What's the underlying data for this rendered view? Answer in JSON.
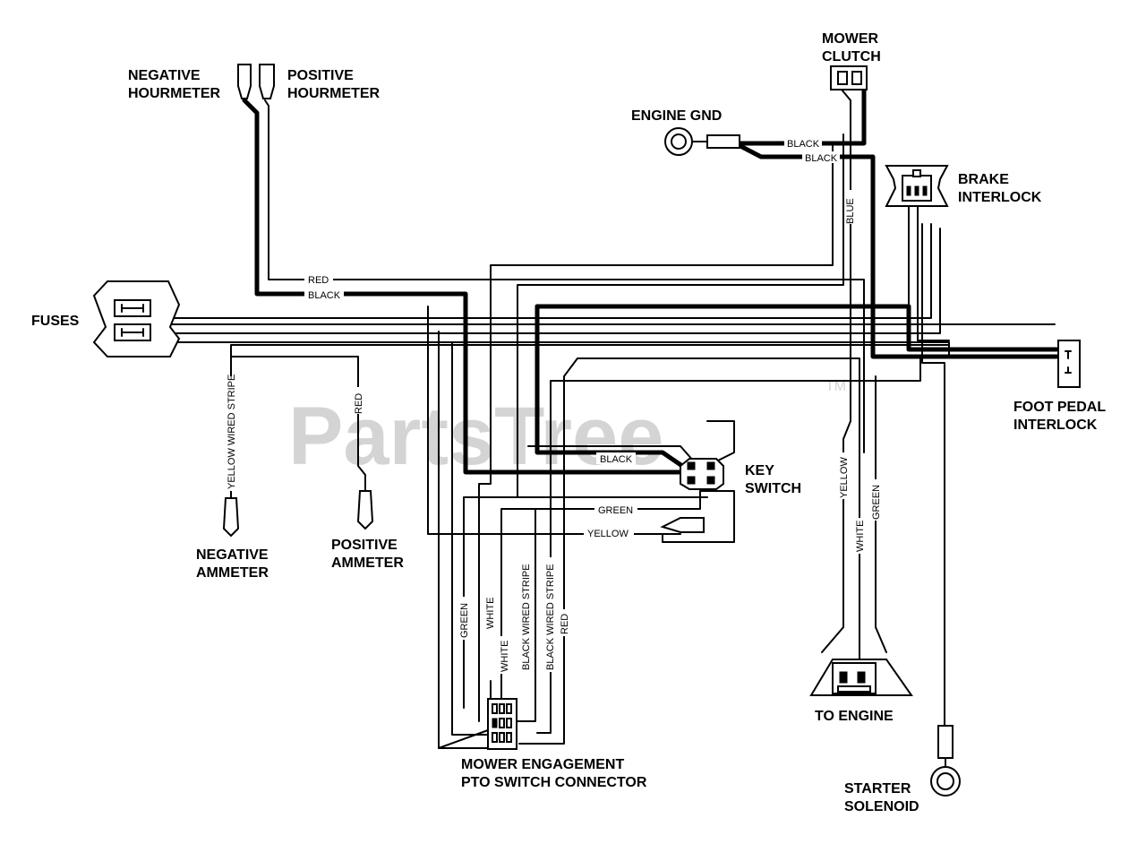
{
  "watermark": {
    "text": "PartsTree",
    "trademark": "TM"
  },
  "components": {
    "negative_hourmeter": [
      "NEGATIVE",
      "HOURMETER"
    ],
    "positive_hourmeter": [
      "POSITIVE",
      "HOURMETER"
    ],
    "mower_clutch": [
      "MOWER",
      "CLUTCH"
    ],
    "engine_gnd": "ENGINE GND",
    "brake_interlock": [
      "BRAKE",
      "INTERLOCK"
    ],
    "fuses": "FUSES",
    "foot_pedal_interlock": [
      "FOOT PEDAL",
      "INTERLOCK"
    ],
    "key_switch": [
      "KEY",
      "SWITCH"
    ],
    "negative_ammeter": [
      "NEGATIVE",
      "AMMETER"
    ],
    "positive_ammeter": [
      "POSITIVE",
      "AMMETER"
    ],
    "to_engine": "TO ENGINE",
    "mower_engagement": [
      "MOWER ENGAGEMENT",
      "PTO SWITCH CONNECTOR"
    ],
    "starter_solenoid": [
      "STARTER",
      "SOLENOID"
    ]
  },
  "wire_labels": {
    "red_top": "RED",
    "black_top": "BLACK",
    "black_gnd_1": "BLACK",
    "black_gnd_2": "BLACK",
    "blue": "BLUE",
    "yellow_wired_stripe": "YELLOW WIRED STRIPE",
    "red_ammeter": "RED",
    "black_key": "BLACK",
    "green_key": "GREEN",
    "yellow_key": "YELLOW",
    "yellow_engine": "YELLOW",
    "white_engine": "WHITE",
    "green_engine": "GREEN",
    "pto_green": "GREEN",
    "pto_white_1": "WHITE",
    "pto_white_2": "WHITE",
    "pto_black_stripe": "BLACK WIRED STRIPE",
    "pto_black_stripe_2": "BLACK WIRED STRIPE",
    "pto_red": "RED"
  }
}
